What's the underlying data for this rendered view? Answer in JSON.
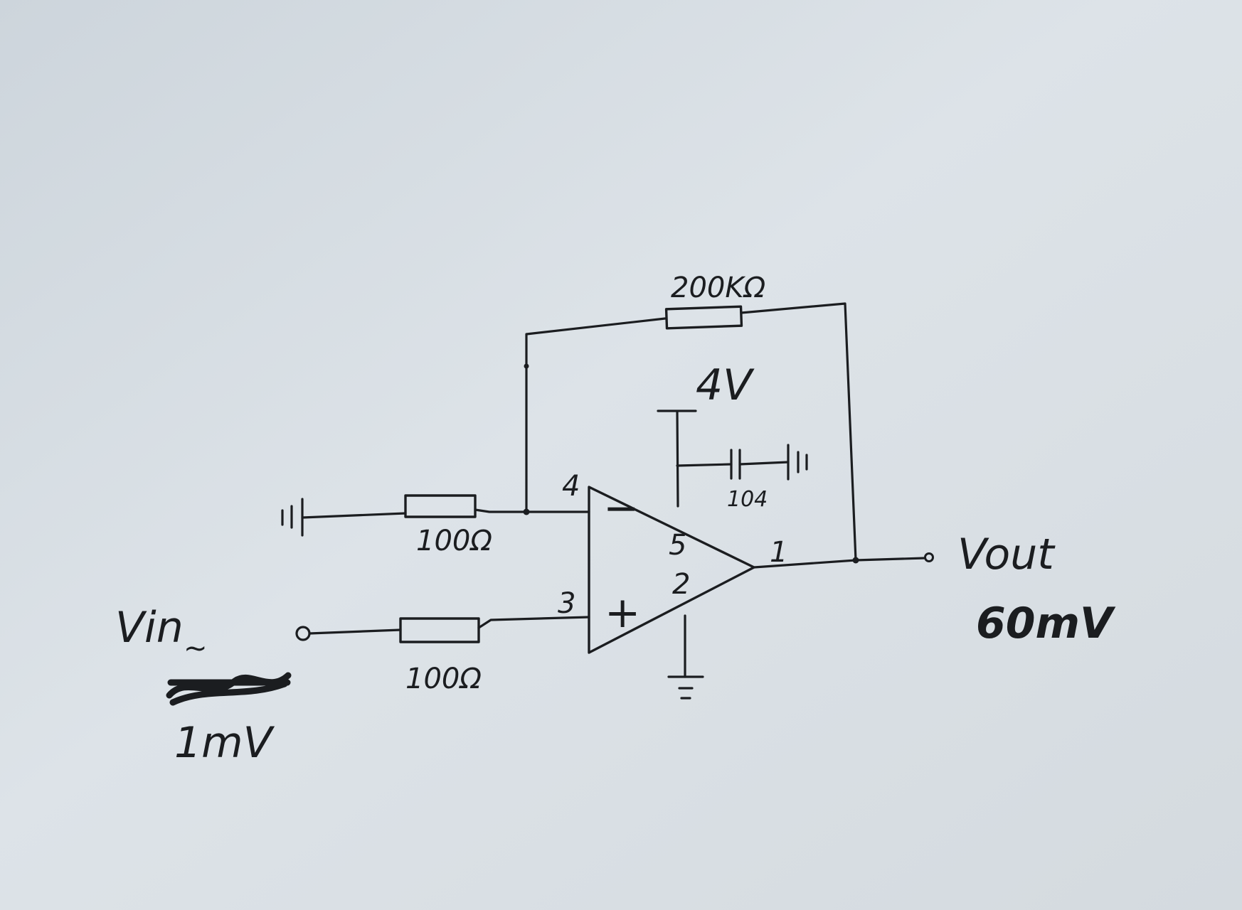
{
  "feedback_resistor": {
    "label": "200KΩ"
  },
  "supply": {
    "label": "4V"
  },
  "bypass_capacitor": {
    "label": "104"
  },
  "input_resistor_inverting": {
    "label": "100Ω"
  },
  "input_resistor_noninverting": {
    "label": "100Ω"
  },
  "opamp": {
    "inverting_symbol": "−",
    "noninverting_symbol": "+",
    "pins": {
      "inverting_input": "4",
      "noninverting_input": "3",
      "output": "1",
      "supply": "5",
      "ground": "2"
    }
  },
  "input": {
    "label": "Vin",
    "waveform": "~",
    "amplitude": "1mV"
  },
  "output": {
    "label": "Vout",
    "amplitude": "60mV"
  },
  "colors": {
    "paper": "#d9dfe4",
    "ink": "#1b1d20"
  }
}
